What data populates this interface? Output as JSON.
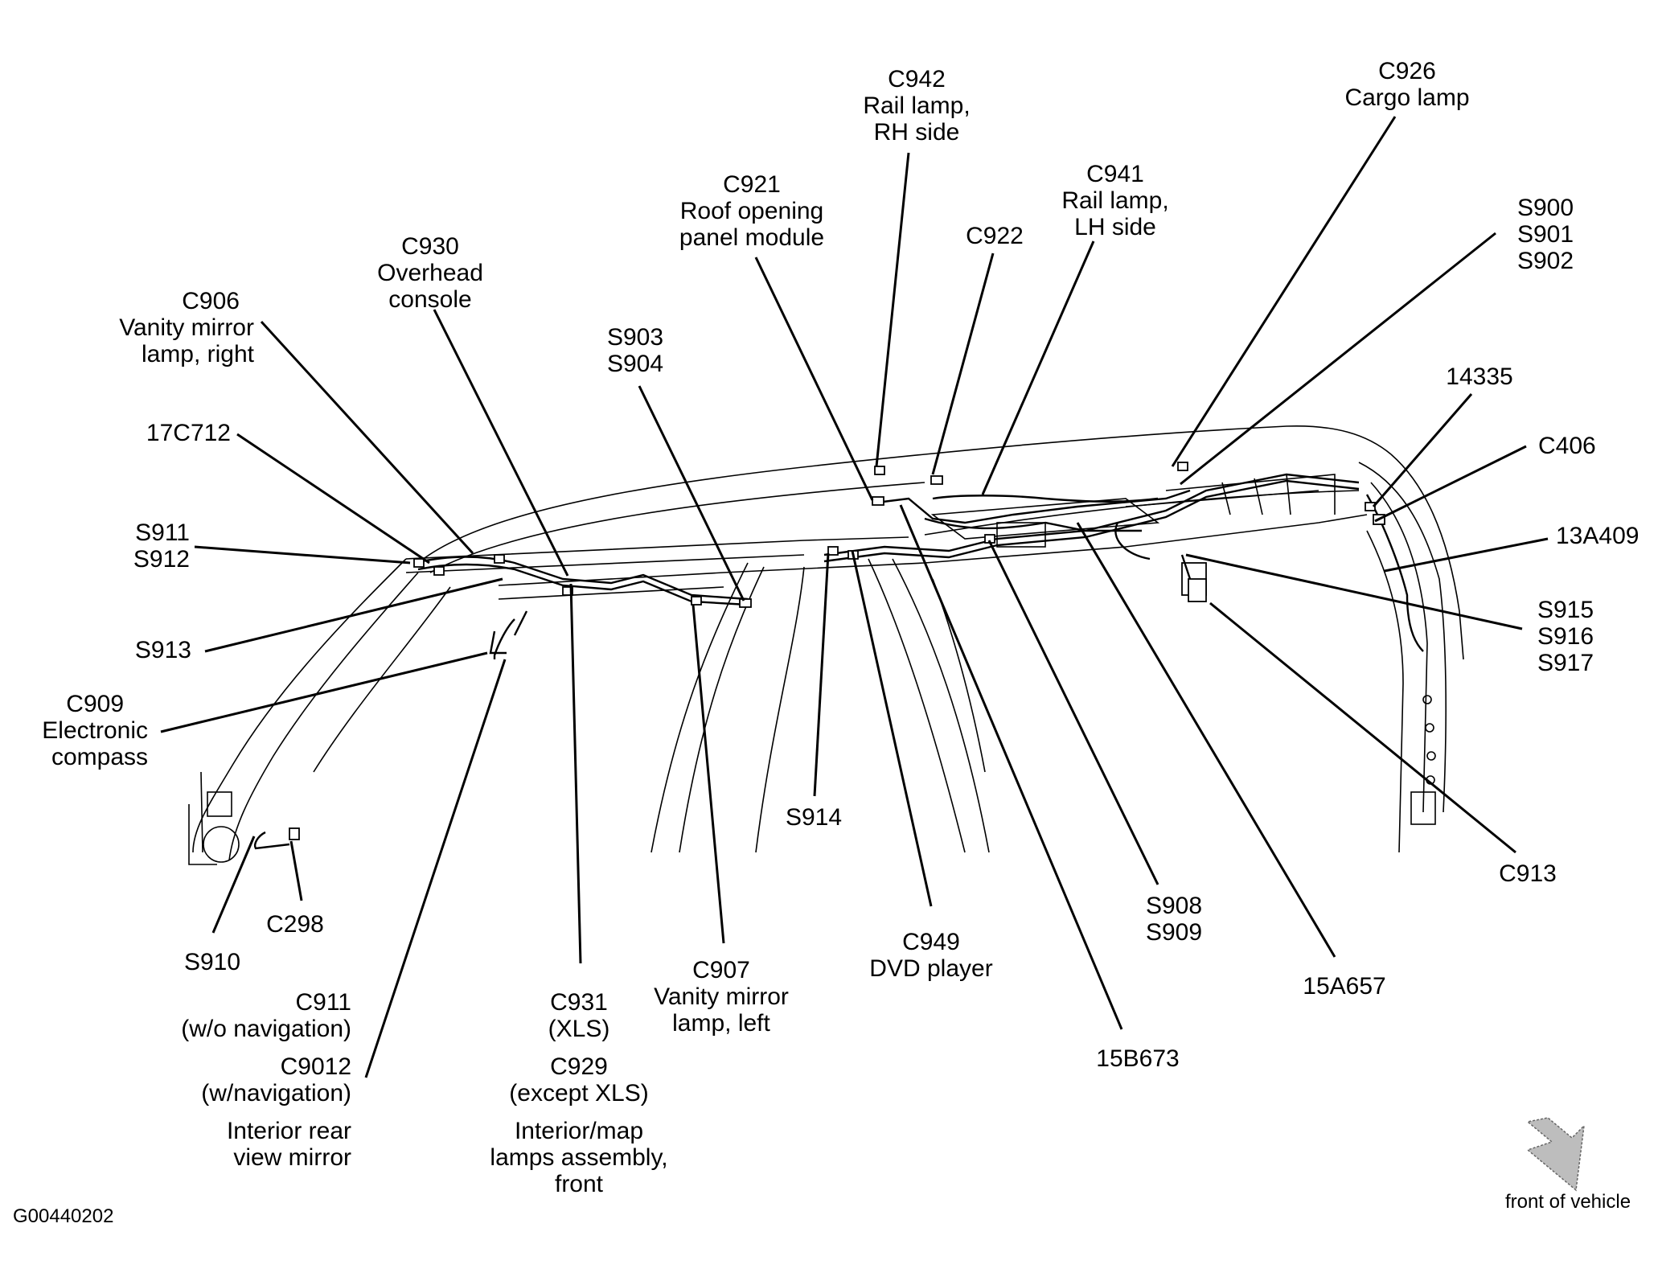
{
  "callouts": {
    "c942": {
      "code": "C942",
      "desc": [
        "Rail lamp,",
        "RH side"
      ]
    },
    "c926": {
      "code": "C926",
      "desc": [
        "Cargo lamp"
      ]
    },
    "c921": {
      "code": "C921",
      "desc": [
        "Roof opening",
        "panel module"
      ]
    },
    "c941": {
      "code": "C941",
      "desc": [
        "Rail lamp,",
        "LH side"
      ]
    },
    "c922": {
      "code": "C922"
    },
    "s900_902": {
      "codes": [
        "S900",
        "S901",
        "S902"
      ]
    },
    "c930": {
      "code": "C930",
      "desc": [
        "Overhead",
        "console"
      ]
    },
    "c906": {
      "code": "C906",
      "desc": [
        "Vanity mirror",
        "lamp, right"
      ]
    },
    "s903_904": {
      "codes": [
        "S903",
        "S904"
      ]
    },
    "p14335": {
      "code": "14335"
    },
    "p17c712": {
      "code": "17C712"
    },
    "c406": {
      "code": "C406"
    },
    "p13a409": {
      "code": "13A409"
    },
    "s911_912": {
      "codes": [
        "S911",
        "S912"
      ]
    },
    "s915_917": {
      "codes": [
        "S915",
        "S916",
        "S917"
      ]
    },
    "s913": {
      "code": "S913"
    },
    "c909": {
      "code": "C909",
      "desc": [
        "Electronic",
        "compass"
      ]
    },
    "s914": {
      "code": "S914"
    },
    "c913": {
      "code": "C913"
    },
    "s908_909": {
      "codes": [
        "S908",
        "S909"
      ]
    },
    "c298": {
      "code": "C298"
    },
    "c949": {
      "code": "C949",
      "desc": [
        "DVD player"
      ]
    },
    "s910": {
      "code": "S910"
    },
    "c907": {
      "code": "C907",
      "desc": [
        "Vanity mirror",
        "lamp, left"
      ]
    },
    "p15a657": {
      "code": "15A657"
    },
    "mirror": {
      "lines": [
        "C911",
        "(w/o navigation)",
        "C9012",
        "(w/navigation)",
        "Interior rear",
        "view mirror"
      ]
    },
    "lamps": {
      "lines": [
        "C931",
        "(XLS)",
        "C929",
        "(except XLS)",
        "Interior/map",
        "lamps assembly,",
        "front"
      ]
    },
    "p15b673": {
      "code": "15B673"
    }
  },
  "figure_id": "G00440202",
  "front_of_vehicle": "front of vehicle",
  "colors": {
    "ink": "#000000",
    "background": "#ffffff",
    "arrow_fill": "#bdbdbd"
  }
}
